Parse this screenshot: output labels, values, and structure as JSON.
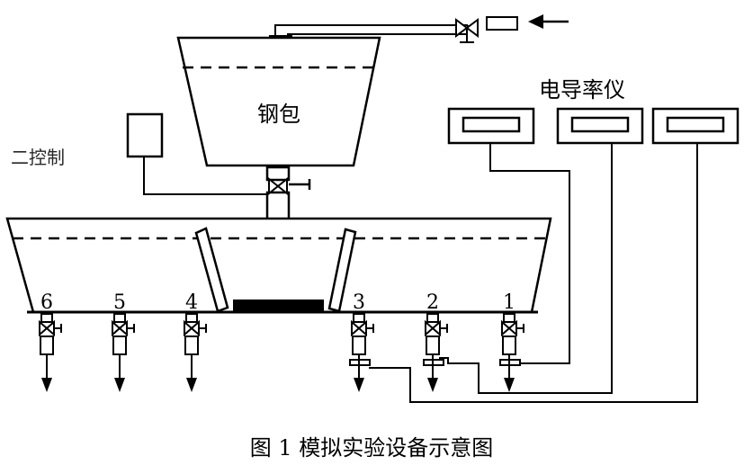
{
  "ladle": {
    "label": "钢包"
  },
  "meter": {
    "label": "电导率仪",
    "count": 3
  },
  "controller": {
    "label": "二控制"
  },
  "outlets": [
    {
      "number": "1",
      "probe": true
    },
    {
      "number": "2",
      "probe": true
    },
    {
      "number": "3",
      "probe": true
    },
    {
      "number": "4",
      "probe": false
    },
    {
      "number": "5",
      "probe": false
    },
    {
      "number": "6",
      "probe": false
    }
  ],
  "caption": "图 1  模拟实验设备示意图",
  "colors": {
    "line": "#000000",
    "fill": "#ffffff"
  }
}
